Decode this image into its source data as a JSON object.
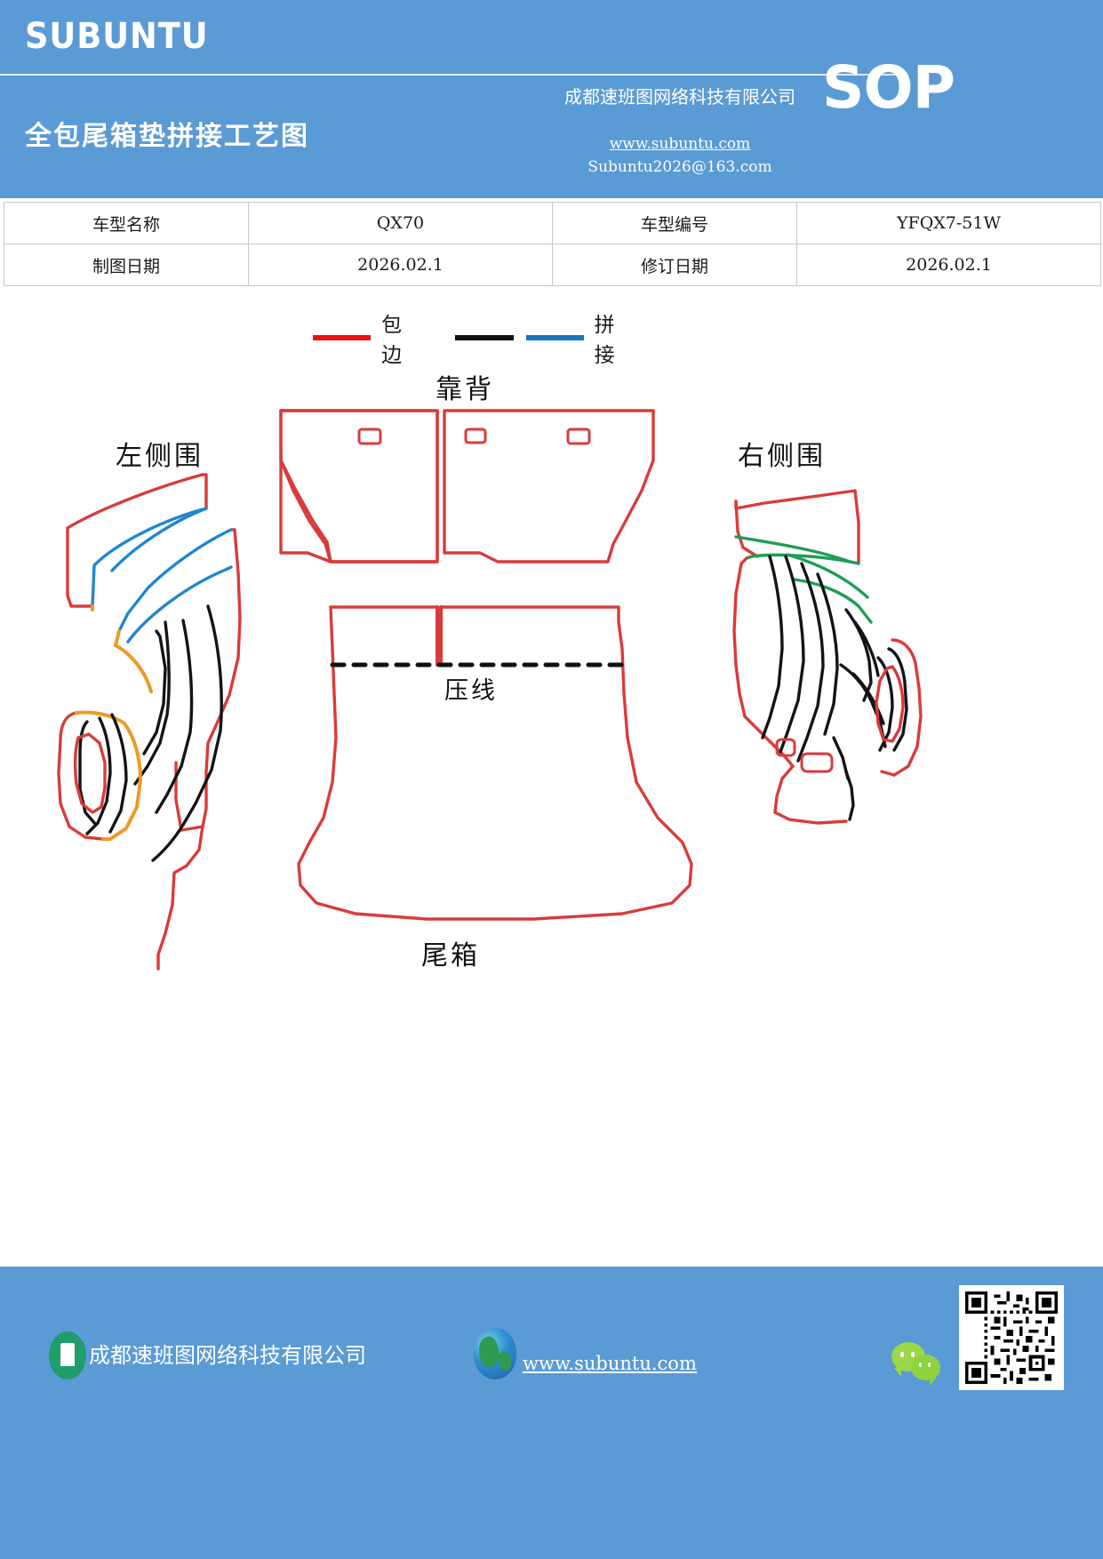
{
  "header": {
    "brand": "SUBUNTU",
    "doc_title": "全包尾箱垫拼接工艺图",
    "badge": "SOP",
    "company": "成都速班图网络科技有限公司",
    "website": "www.subuntu.com",
    "email": "Subuntu2026@163.com"
  },
  "info_table": {
    "rows": [
      {
        "label1": "车型名称",
        "value1": "QX70",
        "label2": "车型编号",
        "value2": "YFQX7-51W"
      },
      {
        "label1": "制图日期",
        "value1": "2026.02.1",
        "label2": "修订日期",
        "value2": "2026.02.1"
      }
    ]
  },
  "legend": {
    "items": [
      {
        "label": "包边",
        "color": "#ee1111"
      },
      {
        "label": "拼接",
        "color": "#111111",
        "color2": "#1577bf"
      }
    ]
  },
  "diagram": {
    "labels": {
      "left_side": "左侧围",
      "right_side": "右侧围",
      "backrest": "靠背",
      "crease_line": "压线",
      "trunk": "尾箱"
    },
    "colors": {
      "binding_red": "#d93b3b",
      "seam_blue": "#1f86d0",
      "seam_green": "#1f9d56",
      "seam_black": "#141414",
      "seam_orange": "#eb9b24",
      "crease_dash": "#111111"
    }
  },
  "footer": {
    "company": "成都速班图网络科技有限公司",
    "website": "www.subuntu.com"
  }
}
